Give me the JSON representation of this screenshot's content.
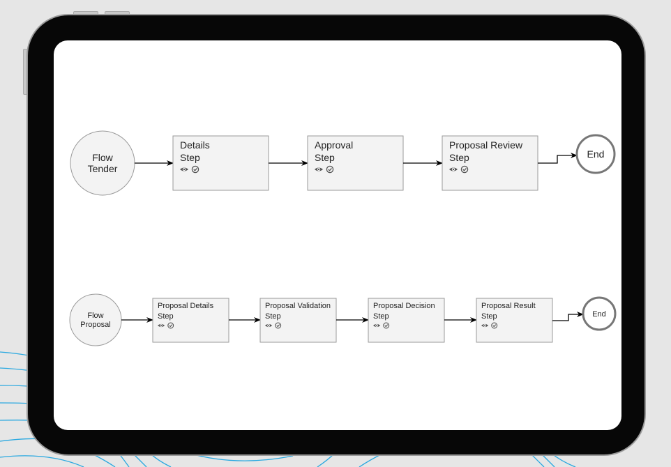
{
  "colors": {
    "accent_lines": "#29a8e0",
    "node_fill": "#f3f3f3",
    "node_stroke": "#9a9a9a",
    "end_stroke": "#777777",
    "edge": "#000000"
  },
  "flows": [
    {
      "start": {
        "line1": "Flow",
        "line2": "Tender"
      },
      "steps": [
        {
          "line1": "Details",
          "line2": "Step",
          "icons": [
            "eye-icon",
            "check-circle-icon"
          ]
        },
        {
          "line1": "Approval",
          "line2": "Step",
          "icons": [
            "eye-icon",
            "check-circle-icon"
          ]
        },
        {
          "line1": "Proposal Review",
          "line2": "Step",
          "icons": [
            "eye-icon",
            "check-circle-icon"
          ]
        }
      ],
      "end": "End"
    },
    {
      "start": {
        "line1": "Flow",
        "line2": "Proposal"
      },
      "steps": [
        {
          "line1": "Proposal Details",
          "line2": "Step",
          "icons": [
            "eye-icon",
            "check-circle-icon"
          ]
        },
        {
          "line1": "Proposal Validation",
          "line2": "Step",
          "icons": [
            "eye-icon",
            "check-circle-icon"
          ]
        },
        {
          "line1": "Proposal Decision",
          "line2": "Step",
          "icons": [
            "eye-icon",
            "check-circle-icon"
          ]
        },
        {
          "line1": "Proposal Result",
          "line2": "Step",
          "icons": [
            "eye-icon",
            "check-circle-icon"
          ]
        }
      ],
      "end": "End"
    }
  ]
}
